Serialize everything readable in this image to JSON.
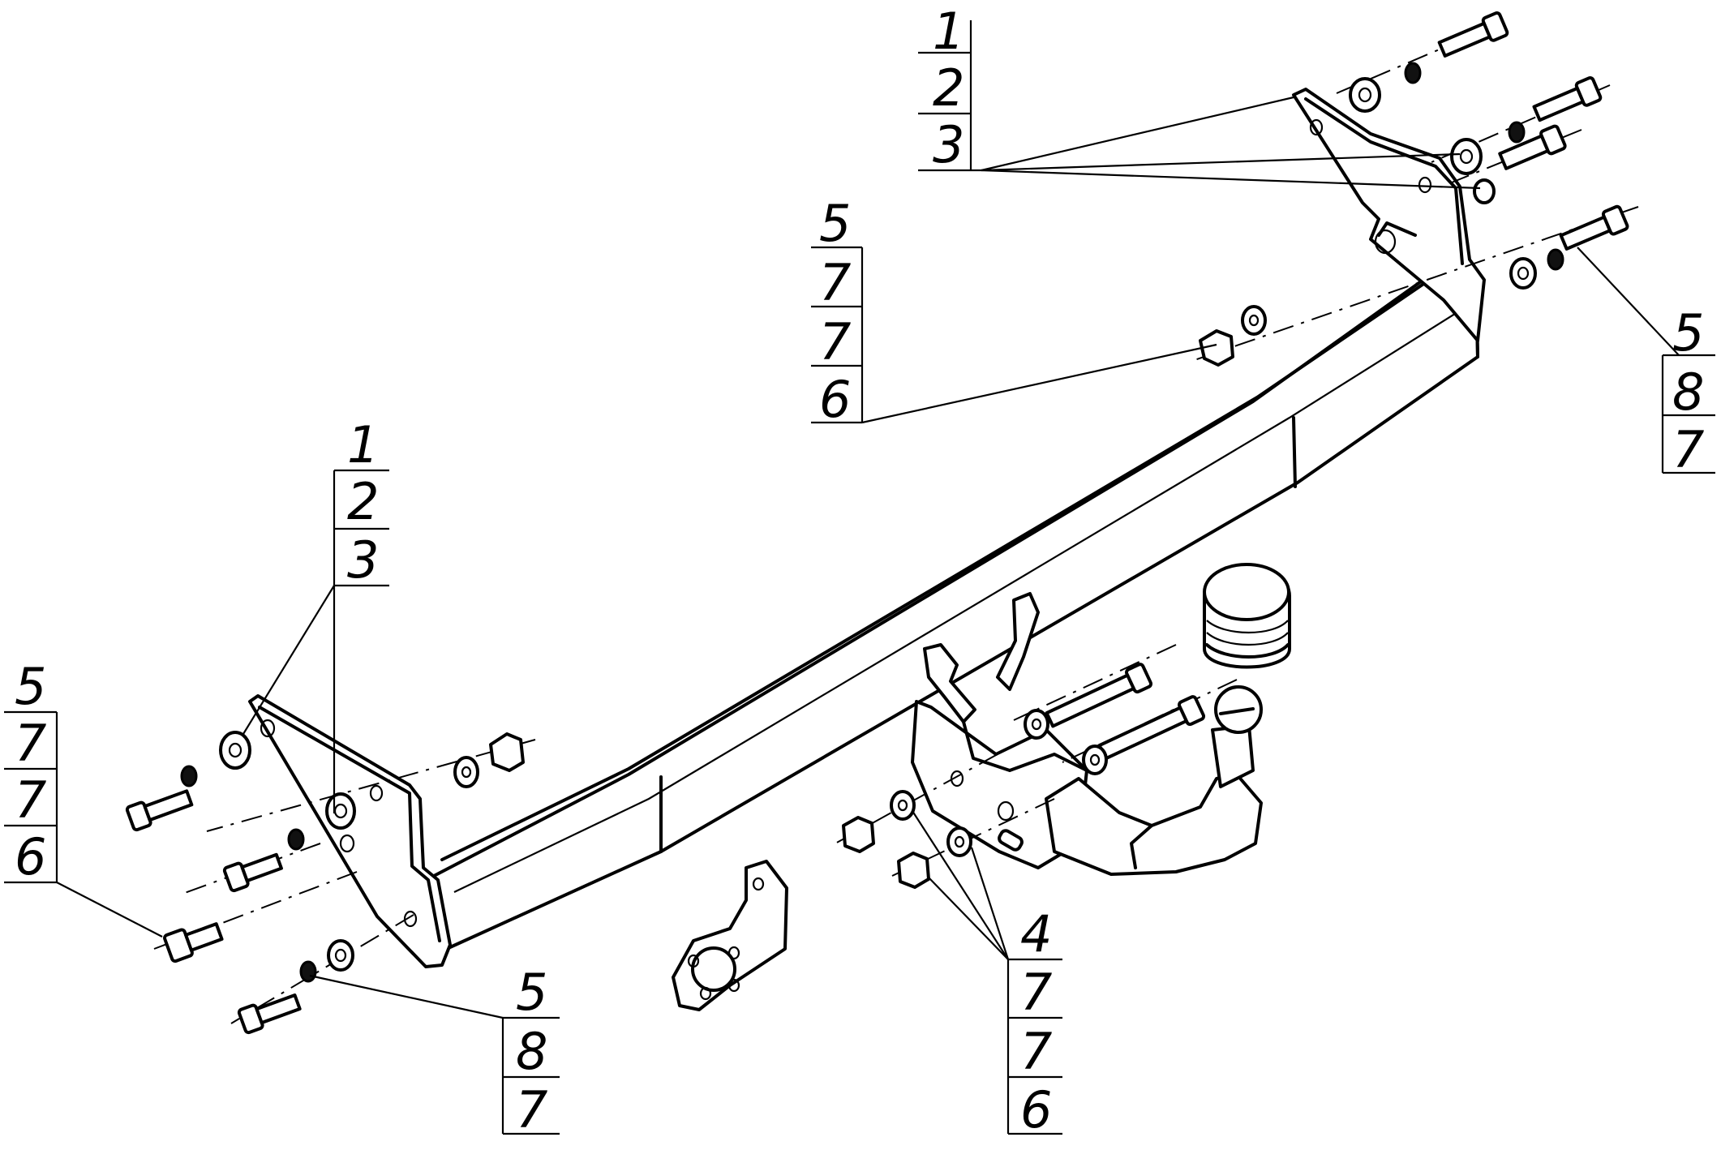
{
  "callouts": [
    {
      "id": "c1",
      "items": [
        "1",
        "2",
        "3"
      ]
    },
    {
      "id": "c2",
      "items": [
        "5",
        "7",
        "7",
        "6"
      ]
    },
    {
      "id": "c3",
      "items": [
        "5",
        "8",
        "7"
      ]
    },
    {
      "id": "c4",
      "items": [
        "1",
        "2",
        "3"
      ]
    },
    {
      "id": "c5",
      "items": [
        "5",
        "7",
        "7",
        "6"
      ]
    },
    {
      "id": "c6",
      "items": [
        "5",
        "8",
        "7"
      ]
    },
    {
      "id": "c7",
      "items": [
        "4",
        "7",
        "7",
        "6"
      ]
    }
  ]
}
